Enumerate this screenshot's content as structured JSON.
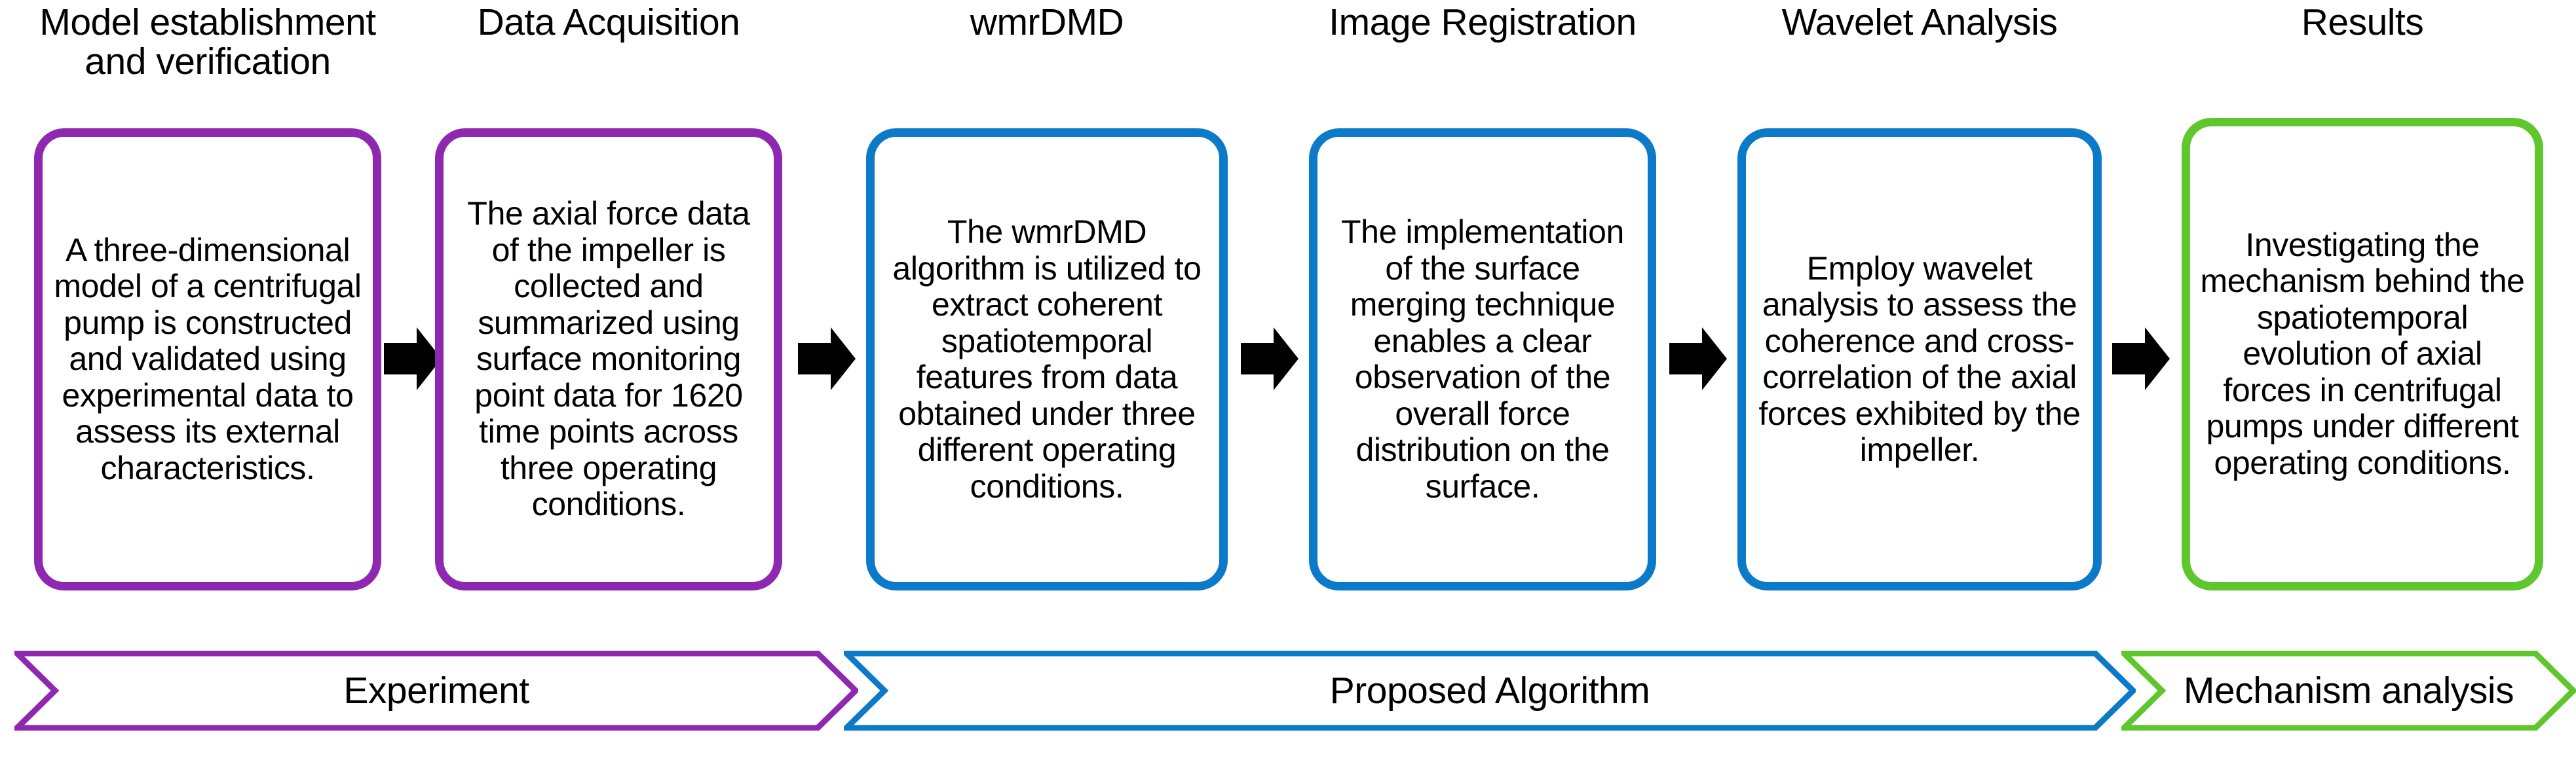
{
  "colors": {
    "purple": "#8e28b0",
    "blue": "#0b7ac8",
    "green": "#5fc62e",
    "arrow": "#000000",
    "background": "#ffffff",
    "text": "#000000"
  },
  "flow": {
    "arrow_icon": "right-block-arrow-icon",
    "stages": [
      {
        "title": "Model establishment\nand verification",
        "body": "A three-dimensional model of a centrifugal pump is constructed and validated using experimental data to assess its external characteristics.",
        "color": "purple"
      },
      {
        "title": "Data Acquisition",
        "body": "The axial force data of the impeller is collected and summarized using surface monitoring point data for 1620 time points across three operating conditions.",
        "color": "purple"
      },
      {
        "title": "wmrDMD",
        "body": "The wmrDMD algorithm is utilized to extract coherent spatiotemporal features from data obtained under three different operating conditions.",
        "color": "blue"
      },
      {
        "title": "Image Registration",
        "body": "The implementation of the surface merging technique enables a clear observation of the overall force distribution on the surface.",
        "color": "blue"
      },
      {
        "title": "Wavelet Analysis",
        "body": "Employ wavelet analysis to assess the coherence and cross-correlation of the axial forces exhibited by the impeller.",
        "color": "blue"
      },
      {
        "title": "Results",
        "body": "Investigating the mechanism behind the spatiotemporal evolution of axial forces in centrifugal pumps under different operating conditions.",
        "color": "green"
      }
    ]
  },
  "band": {
    "phases": [
      {
        "label": "Experiment",
        "color": "purple"
      },
      {
        "label": "Proposed Algorithm",
        "color": "blue"
      },
      {
        "label": "Mechanism analysis",
        "color": "green"
      }
    ]
  }
}
